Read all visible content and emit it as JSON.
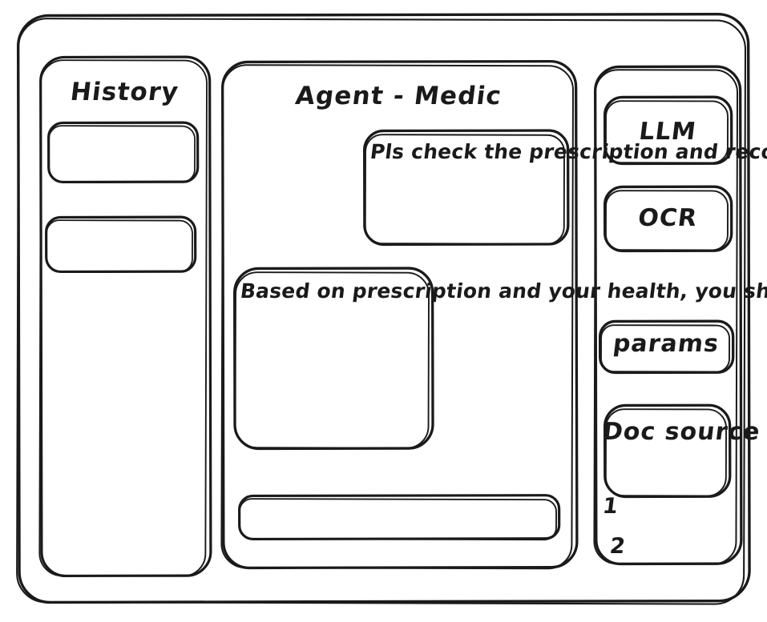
{
  "window": {
    "name": "app-window"
  },
  "history_panel": {
    "title": "History",
    "items": [
      {
        "label": ""
      },
      {
        "label": ""
      }
    ]
  },
  "agent_panel": {
    "title": "Agent - Medic",
    "messages": [
      {
        "role": "user",
        "text": "Pls check the prescription and recommend"
      },
      {
        "role": "agent",
        "text": "Based on prescription and your health, you should ..."
      }
    ],
    "composer": {
      "value": "",
      "placeholder": ""
    }
  },
  "tools_panel": {
    "buttons": [
      {
        "label": "LLM"
      },
      {
        "label": "OCR"
      },
      {
        "label": "params"
      },
      {
        "label": "Doc source"
      }
    ],
    "doc_source_refs": [
      {
        "label": "1"
      },
      {
        "label": "2"
      }
    ]
  },
  "style": {
    "ink": "#1a1a1a",
    "paper": "#ffffff"
  }
}
